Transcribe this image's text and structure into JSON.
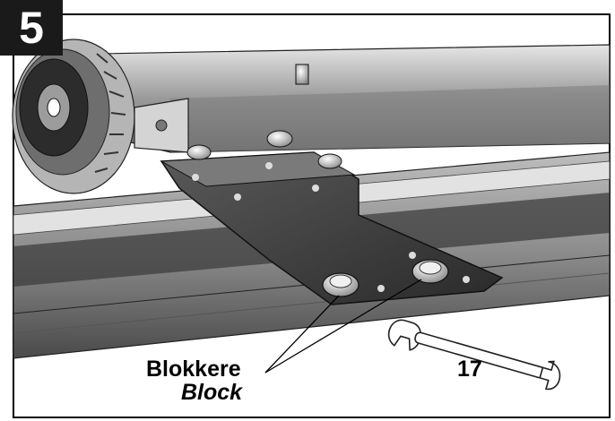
{
  "step": {
    "number": "5"
  },
  "callout": {
    "label_primary": "Blokkere",
    "label_secondary": "Block"
  },
  "tool": {
    "icon": "wrench-icon",
    "size": "17"
  },
  "colors": {
    "frame": "#000000",
    "badge_bg": "#1a1a1a",
    "metal_dark": "#3a3a3a",
    "metal_mid": "#8c8c8c",
    "metal_light": "#d9d9d9"
  }
}
